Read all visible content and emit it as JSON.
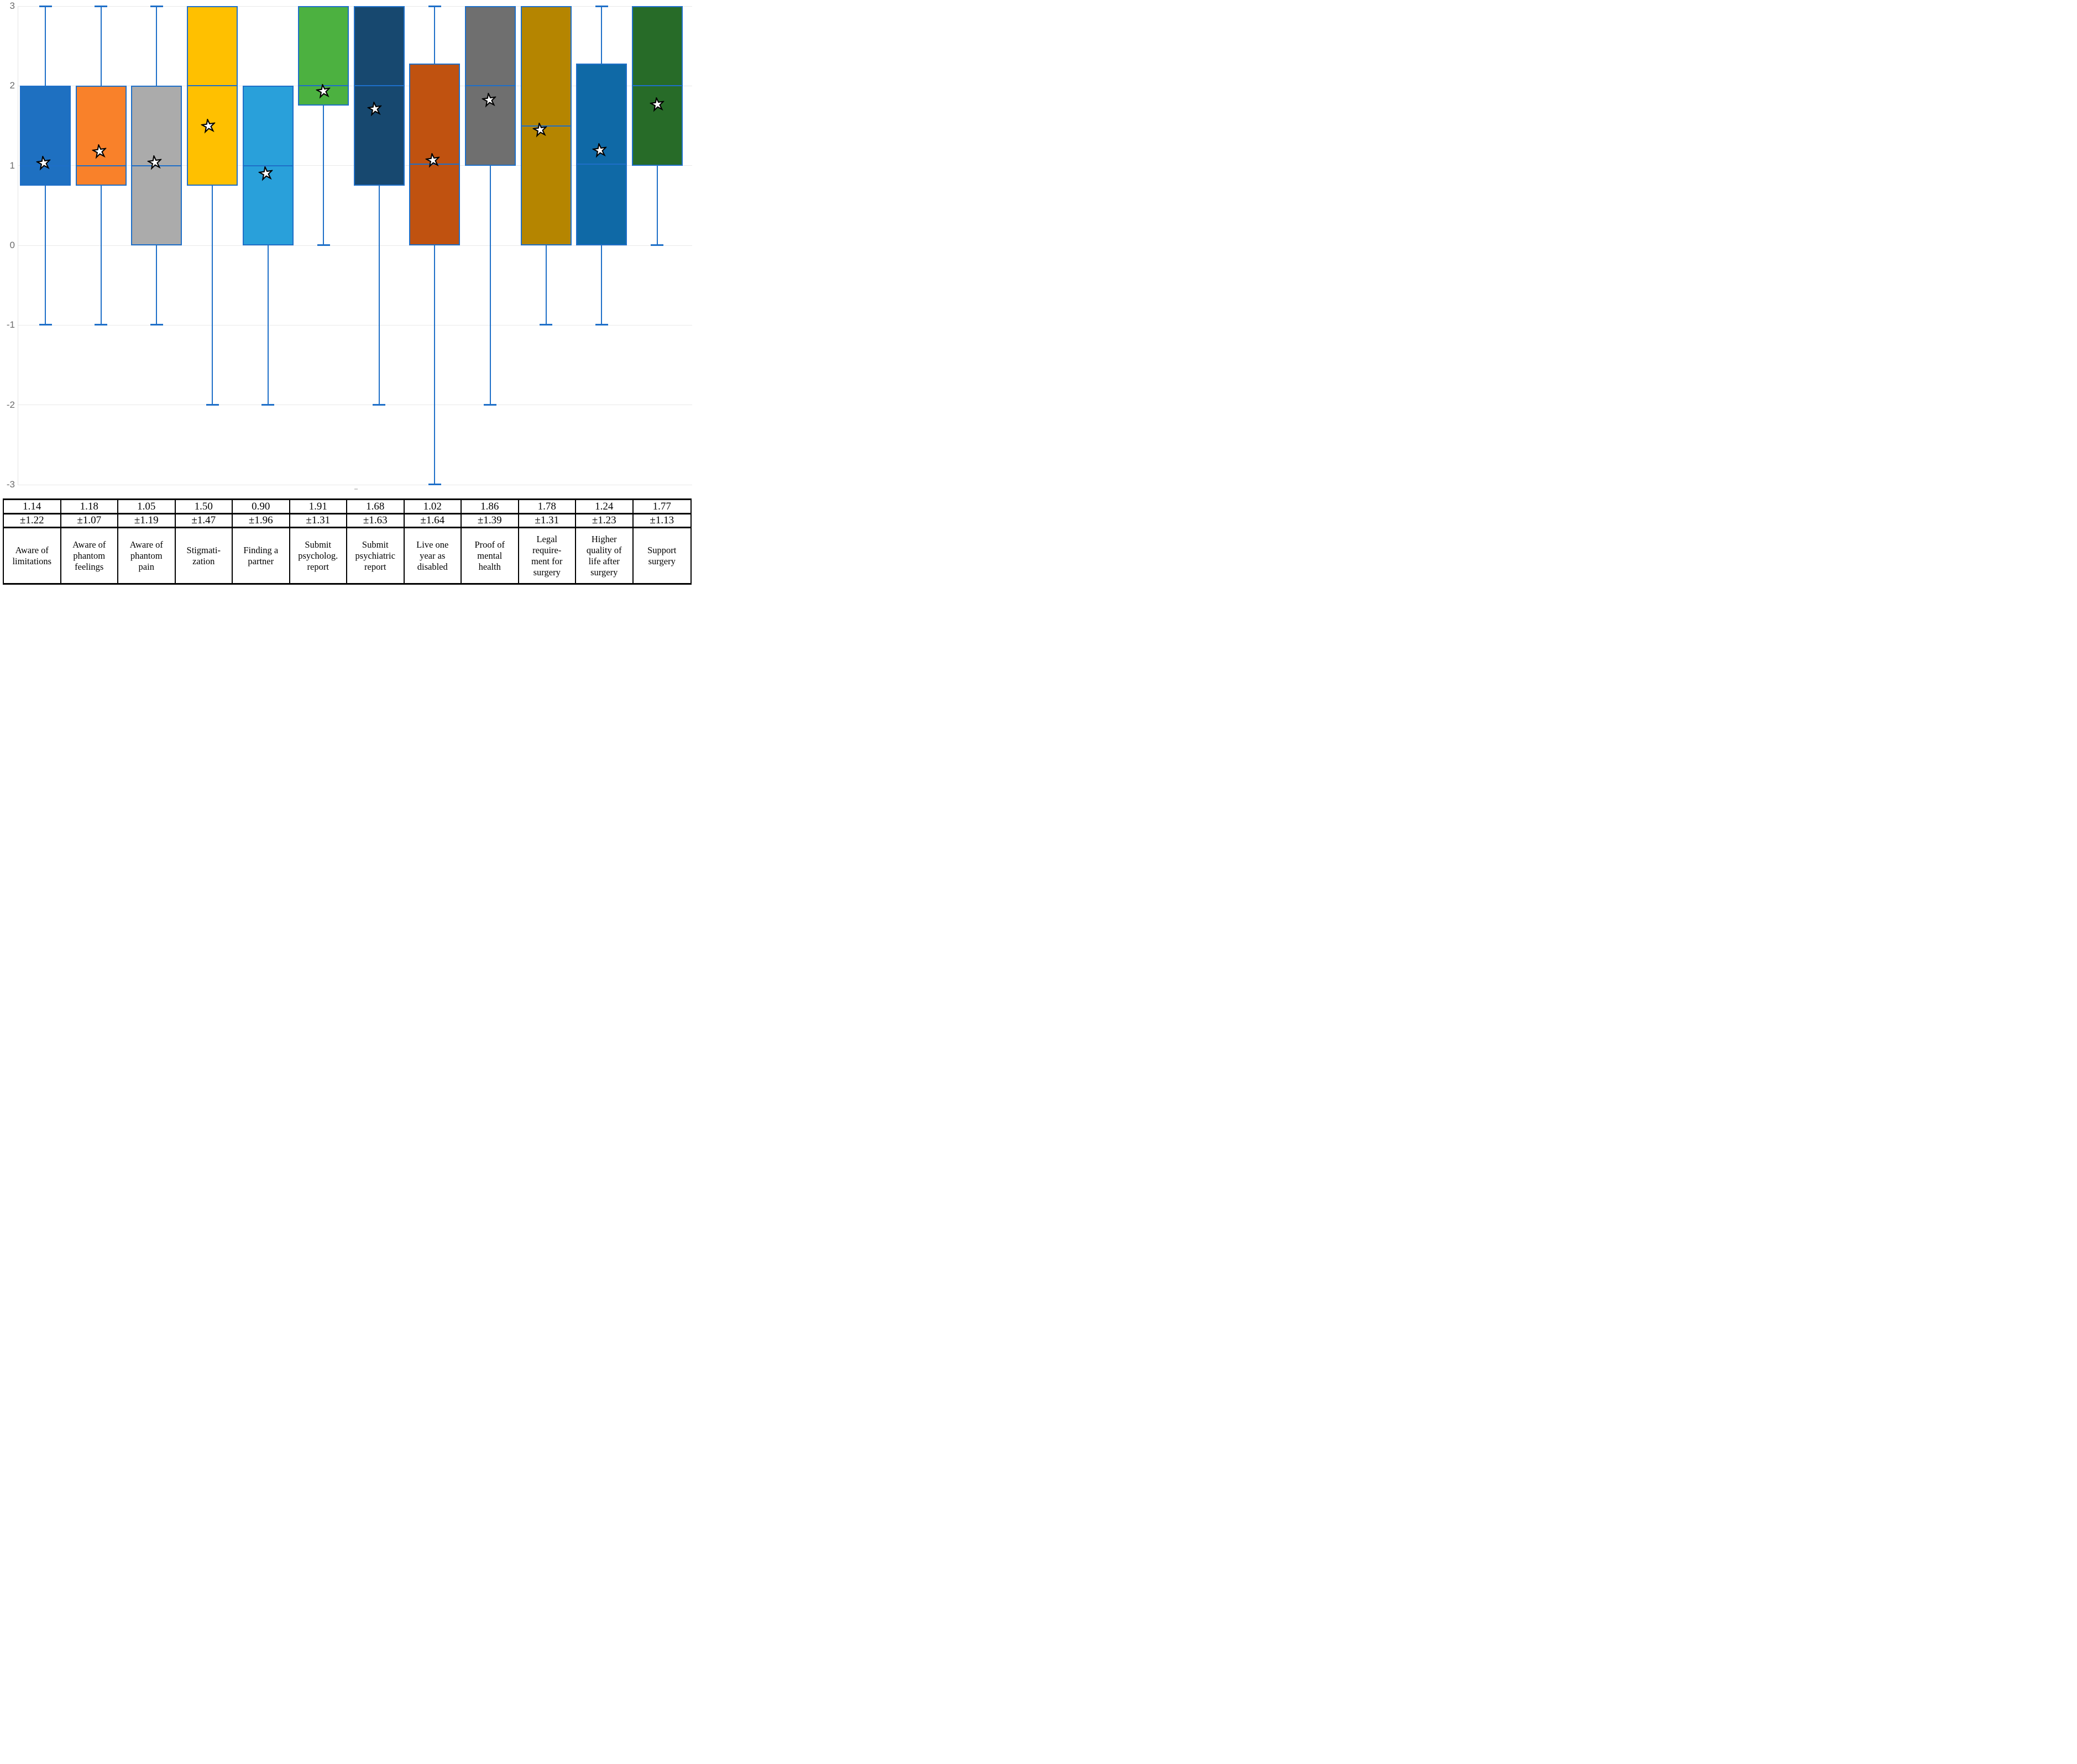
{
  "figure": {
    "background": "#ffffff",
    "box_border_color": "#1e6fc8",
    "gridline_color": "#e9e9e9",
    "axis_label_color": "#6b6b6b"
  },
  "y_axis": {
    "tick_labels": [
      "3",
      "2",
      "1",
      "0",
      "-1",
      "-2",
      "-3"
    ]
  },
  "chart_data": {
    "type": "box",
    "title": "",
    "xlabel": "",
    "ylabel": "",
    "ylim": [
      -3,
      3
    ],
    "yticks": [
      3,
      2,
      1,
      0,
      -1,
      -2,
      -3
    ],
    "grid": true,
    "legend": "none",
    "mean_marker": "star",
    "categories": [
      "Aware of limitations",
      "Aware of phantom feelings",
      "Aware of phantom pain",
      "Stigmatization",
      "Finding a partner",
      "Submit psycholog. report",
      "Submit psychiatric report",
      "Live one year as disabled",
      "Proof of mental health",
      "Legal requirement for surgery",
      "Higher quality of life after surgery",
      "Support surgery"
    ],
    "series": [
      {
        "label": "Aware of limitations",
        "color": "#1e70c1",
        "q1": 0.75,
        "median": 1.0,
        "q3": 2.0,
        "whisker_low": -1,
        "whisker_high": 3,
        "star": 1.03,
        "star_x": 0.46,
        "mean": "1.14",
        "sd": "±1.22"
      },
      {
        "label": "Aware of phantom feelings",
        "color": "#f9812a",
        "q1": 0.75,
        "median": 1.0,
        "q3": 2.0,
        "whisker_low": -1,
        "whisker_high": 3,
        "star": 1.18,
        "star_x": 0.47,
        "mean": "1.18",
        "sd": "±1.07"
      },
      {
        "label": "Aware of phantom pain",
        "color": "#ababab",
        "q1": 0.0,
        "median": 1.0,
        "q3": 2.0,
        "whisker_low": -1,
        "whisker_high": 3,
        "star": 1.04,
        "star_x": 0.46,
        "mean": "1.05",
        "sd": "±1.19"
      },
      {
        "label": "Stigmatization",
        "color": "#ffc000",
        "q1": 0.75,
        "median": 2.0,
        "q3": 3.0,
        "whisker_low": -2,
        "whisker_high": 3,
        "star": 1.5,
        "star_x": 0.42,
        "mean": "1.50",
        "sd": "±1.47"
      },
      {
        "label": "Finding a partner",
        "color": "#29a0da",
        "q1": 0.0,
        "median": 1.0,
        "q3": 2.0,
        "whisker_low": -2,
        "whisker_high": 2,
        "star": 0.9,
        "star_x": 0.46,
        "mean": "0.90",
        "sd": "±1.96"
      },
      {
        "label": "Submit psycholog. report",
        "color": "#4cb140",
        "q1": 1.75,
        "median": 2.0,
        "q3": 3.0,
        "whisker_low": 0,
        "whisker_high": 3,
        "star": 1.93,
        "star_x": 0.5,
        "mean": "1.91",
        "sd": "±1.31"
      },
      {
        "label": "Submit psychiatric report",
        "color": "#17486f",
        "q1": 0.75,
        "median": 2.0,
        "q3": 3.0,
        "whisker_low": -2,
        "whisker_high": 3,
        "star": 1.71,
        "star_x": 0.42,
        "mean": "1.68",
        "sd": "±1.63"
      },
      {
        "label": "Live one year as disabled",
        "color": "#c05210",
        "q1": 0.0,
        "median": 1.02,
        "q3": 2.28,
        "whisker_low": -3,
        "whisker_high": 3,
        "star": 1.07,
        "star_x": 0.46,
        "mean": "1.02",
        "sd": "±1.64"
      },
      {
        "label": "Proof of mental health",
        "color": "#6f6f6f",
        "q1": 1.0,
        "median": 2.0,
        "q3": 3.0,
        "whisker_low": -2,
        "whisker_high": 3,
        "star": 1.82,
        "star_x": 0.48,
        "mean": "1.86",
        "sd": "±1.39"
      },
      {
        "label": "Legal requirement for surgery",
        "color": "#b58500",
        "q1": 0.0,
        "median": 1.5,
        "q3": 3.0,
        "whisker_low": -1,
        "whisker_high": 3,
        "star": 1.45,
        "star_x": 0.38,
        "mean": "1.78",
        "sd": "±1.31"
      },
      {
        "label": "Higher quality of life after surgery",
        "color": "#0f69a6",
        "q1": 0.0,
        "median": 1.02,
        "q3": 2.28,
        "whisker_low": -1,
        "whisker_high": 3,
        "star": 1.19,
        "star_x": 0.47,
        "mean": "1.24",
        "sd": "±1.23"
      },
      {
        "label": "Support surgery",
        "color": "#276b28",
        "q1": 1.0,
        "median": 2.0,
        "q3": 3.0,
        "whisker_low": 0,
        "whisker_high": 3,
        "star": 1.77,
        "star_x": 0.5,
        "mean": "1.77",
        "sd": "±1.13"
      }
    ]
  },
  "table": {
    "mean_row": [
      "1.14",
      "1.18",
      "1.05",
      "1.50",
      "0.90",
      "1.91",
      "1.68",
      "1.02",
      "1.86",
      "1.78",
      "1.24",
      "1.77"
    ],
    "sd_row": [
      "±1.22",
      "±1.07",
      "±1.19",
      "±1.47",
      "±1.96",
      "±1.31",
      "±1.63",
      "±1.64",
      "±1.39",
      "±1.31",
      "±1.23",
      "±1.13"
    ],
    "label_lines": [
      [
        "Aware of",
        "limitations"
      ],
      [
        "Aware of",
        "phantom",
        "feelings"
      ],
      [
        "Aware of",
        "phantom",
        "pain"
      ],
      [
        "Stigmati-",
        "zation"
      ],
      [
        "Finding a",
        "partner"
      ],
      [
        "Submit",
        "psycholog.",
        "report"
      ],
      [
        "Submit",
        "psychiatric",
        "report"
      ],
      [
        "Live one",
        "year as",
        "disabled"
      ],
      [
        "Proof of",
        "mental",
        "health"
      ],
      [
        "Legal",
        "require-",
        "ment for",
        "surgery"
      ],
      [
        "Higher",
        "quality of",
        "life after",
        "surgery"
      ],
      [
        "Support",
        "surgery"
      ]
    ]
  }
}
